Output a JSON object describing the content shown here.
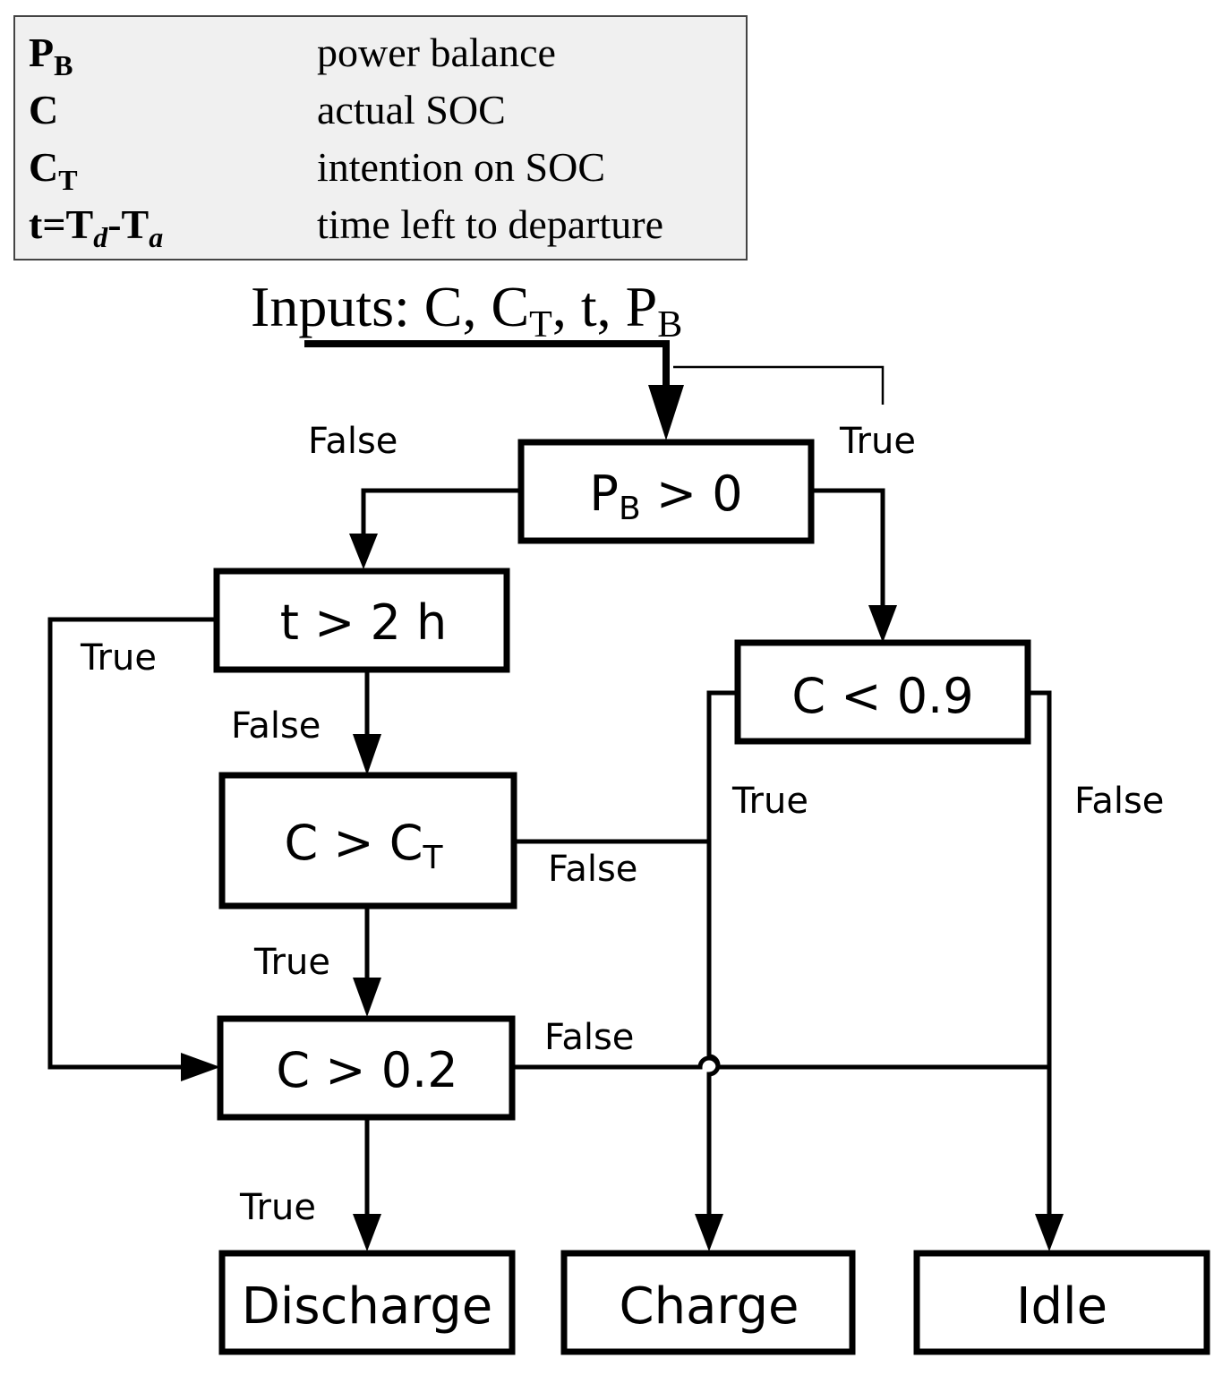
{
  "legend": {
    "rows": [
      {
        "symbol": "P",
        "symbol_sub": "B",
        "symbol_mid": "",
        "symbol_mid_sub": "",
        "symbol_end": "",
        "symbol_end_sub": "",
        "description": "power balance"
      },
      {
        "symbol": "C",
        "symbol_sub": "",
        "symbol_mid": "",
        "symbol_mid_sub": "",
        "symbol_end": "",
        "symbol_end_sub": "",
        "description": "actual SOC"
      },
      {
        "symbol": "C",
        "symbol_sub": "T",
        "symbol_mid": "",
        "symbol_mid_sub": "",
        "symbol_end": "",
        "symbol_end_sub": "",
        "description": "intention on SOC"
      },
      {
        "symbol": "t=T",
        "symbol_sub": "d",
        "symbol_mid": "-T",
        "symbol_mid_sub": "a",
        "symbol_end": "",
        "symbol_end_sub": "",
        "description": "time left to departure"
      }
    ]
  },
  "inputs": {
    "prefix": "Inputs: C, C",
    "sub1": "T",
    "middle": ", t, P",
    "sub2": "B"
  },
  "nodes": {
    "pb": {
      "main": "P",
      "sub": "B",
      "rest": " > 0"
    },
    "t2h": {
      "text": "t > 2 h"
    },
    "c_ct": {
      "main": "C > C",
      "sub": "T"
    },
    "c09": {
      "text": "C < 0.9"
    },
    "c02": {
      "text": "C > 0.2"
    }
  },
  "outputs": {
    "discharge": "Discharge",
    "charge": "Charge",
    "idle": "Idle"
  },
  "edge_labels": {
    "pb_false": "False",
    "pb_true": "True",
    "t2h_true": "True",
    "t2h_false": "False",
    "c09_true": "True",
    "c09_false": "False",
    "cct_false": "False",
    "cct_true": "True",
    "c02_false": "False",
    "c02_true": "True"
  }
}
